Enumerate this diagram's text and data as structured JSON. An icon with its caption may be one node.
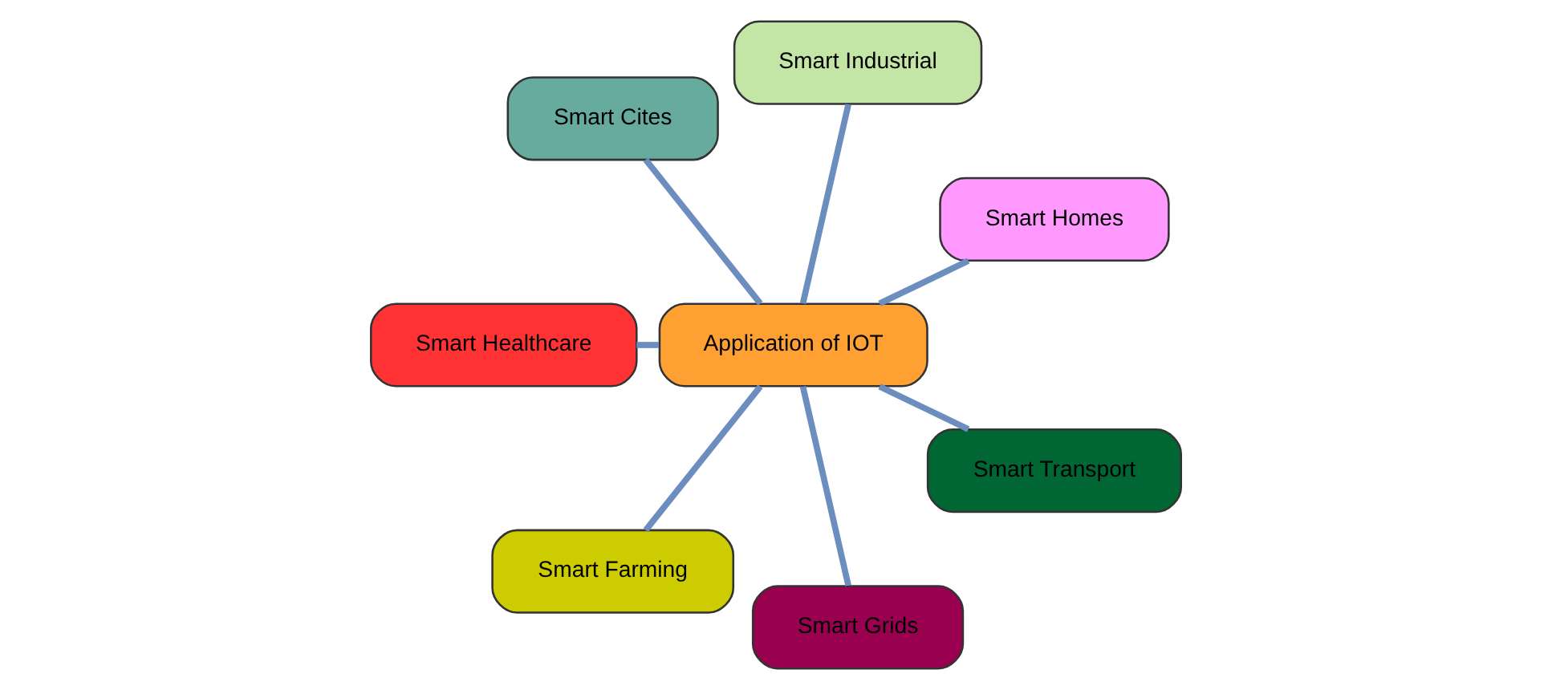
{
  "diagram": {
    "nodes": [
      {
        "text": [
          "Smart Homes"
        ]
      },
      {
        "text": [
          "Application of IOT"
        ]
      },
      {
        "text": [
          "Smart Industrial"
        ]
      },
      {
        "text": [
          "Smart Cites"
        ]
      },
      {
        "text": [
          "Smart Healthcare"
        ]
      },
      {
        "text": [
          "Smart Farming"
        ]
      },
      {
        "text": [
          "Smart Grids"
        ]
      },
      {
        "text": [
          "Smart Transport"
        ]
      }
    ],
    "edges": [
      {
        "from": 1,
        "to": 0,
        "arrow": "none"
      },
      {
        "from": 1,
        "to": 2,
        "arrow": "none"
      },
      {
        "from": 1,
        "to": 3,
        "arrow": "none"
      },
      {
        "from": 1,
        "to": 5,
        "arrow": "none"
      },
      {
        "from": 1,
        "to": 7,
        "arrow": "none"
      },
      {
        "from": 1,
        "to": 6,
        "arrow": "none"
      },
      {
        "from": 1,
        "to": 4,
        "arrow": "none"
      }
    ]
  }
}
